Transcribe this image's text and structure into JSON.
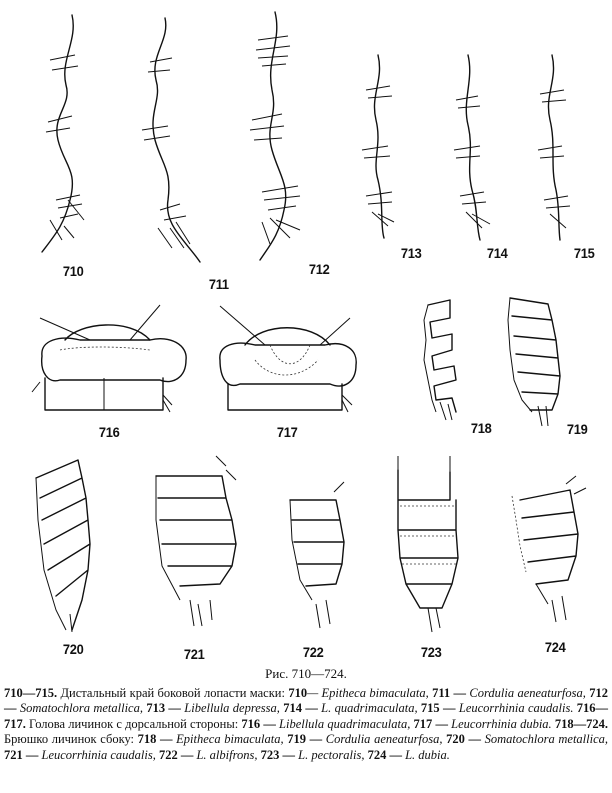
{
  "figure": {
    "labels": {
      "n710": "710",
      "n711": "711",
      "n712": "712",
      "n713": "713",
      "n714": "714",
      "n715": "715",
      "n716": "716",
      "n717": "717",
      "n718": "718",
      "n719": "719",
      "n720": "720",
      "n721": "721",
      "n722": "722",
      "n723": "723",
      "n724": "724"
    }
  },
  "caption": {
    "title": "Рис. 710—724.",
    "p1_num": "710—715.",
    "p1_text": " Дистальный край боковой лопасти маски: ",
    "p1_a_num": "710",
    "p1_a_name": "— Epitheca bimaculata,",
    "p1_b_num": " 711 — ",
    "p1_b_name": "Cordulia aeneaturfosa,",
    "p1_c_num": " 712 — ",
    "p1_c_name": "Somatochlora metallica,",
    "p1_d_num": " 713 — ",
    "p1_d_name": "Libellula depressa,",
    "p1_e_num": " 714 — ",
    "p1_e_name": "L. quadrimaculata,",
    "p1_f_num": " 715 — ",
    "p1_f_name": "Leucorrhinia caudalis.",
    "p2_num": " 716—717.",
    "p2_text": " Голова личинок с дорсальной стороны: ",
    "p2_a_num": "716 — ",
    "p2_a_name": "Libellula quadrimaculata,",
    "p2_b_num": " 717 — ",
    "p2_b_name": "Leucorrhinia dubia.",
    "p3_num": " 718—724.",
    "p3_text": " Брюшко личинок сбоку: ",
    "p3_a_num": "718 — ",
    "p3_a_name": "Epitheca bimaculata,",
    "p3_b_num": " 719 — ",
    "p3_b_name": "Cordulia aeneaturfosa,",
    "p3_c_num": " 720 — ",
    "p3_c_name": "Somatochlora metallica,",
    "p3_d_num": " 721 — ",
    "p3_d_name": "Leucorrhinia caudalis,",
    "p3_e_num": " 722 — ",
    "p3_e_name": "L. albifrons,",
    "p3_f_num": " 723 — ",
    "p3_f_name": "L. pectoralis,",
    "p3_g_num": " 724 — ",
    "p3_g_name": "L. dubia."
  }
}
